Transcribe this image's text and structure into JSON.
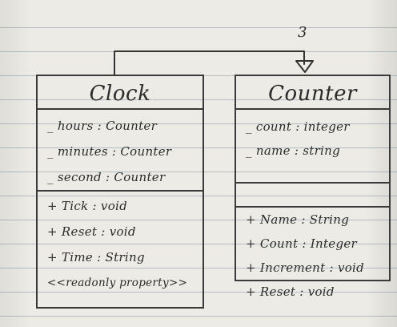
{
  "association": {
    "multiplicity": "3"
  },
  "classes": {
    "clock": {
      "name": "Clock",
      "attributes": [
        "_ hours : Counter",
        "_ minutes : Counter",
        "_ second : Counter"
      ],
      "operations": [
        "+ Tick : void",
        "+ Reset : void",
        "+ Time : String",
        "<<readonly property>>"
      ]
    },
    "counter": {
      "name": "Counter",
      "attributes": [
        "_ count : integer",
        "_ name : string"
      ],
      "operations": [
        "+ Name : String",
        "+ Count : Integer",
        "+ Increment : void",
        "+ Reset : void"
      ]
    }
  },
  "colors": {
    "ink": "#2b2b2b",
    "paper": "#ecebe6",
    "rule": "#b7bcc6"
  }
}
